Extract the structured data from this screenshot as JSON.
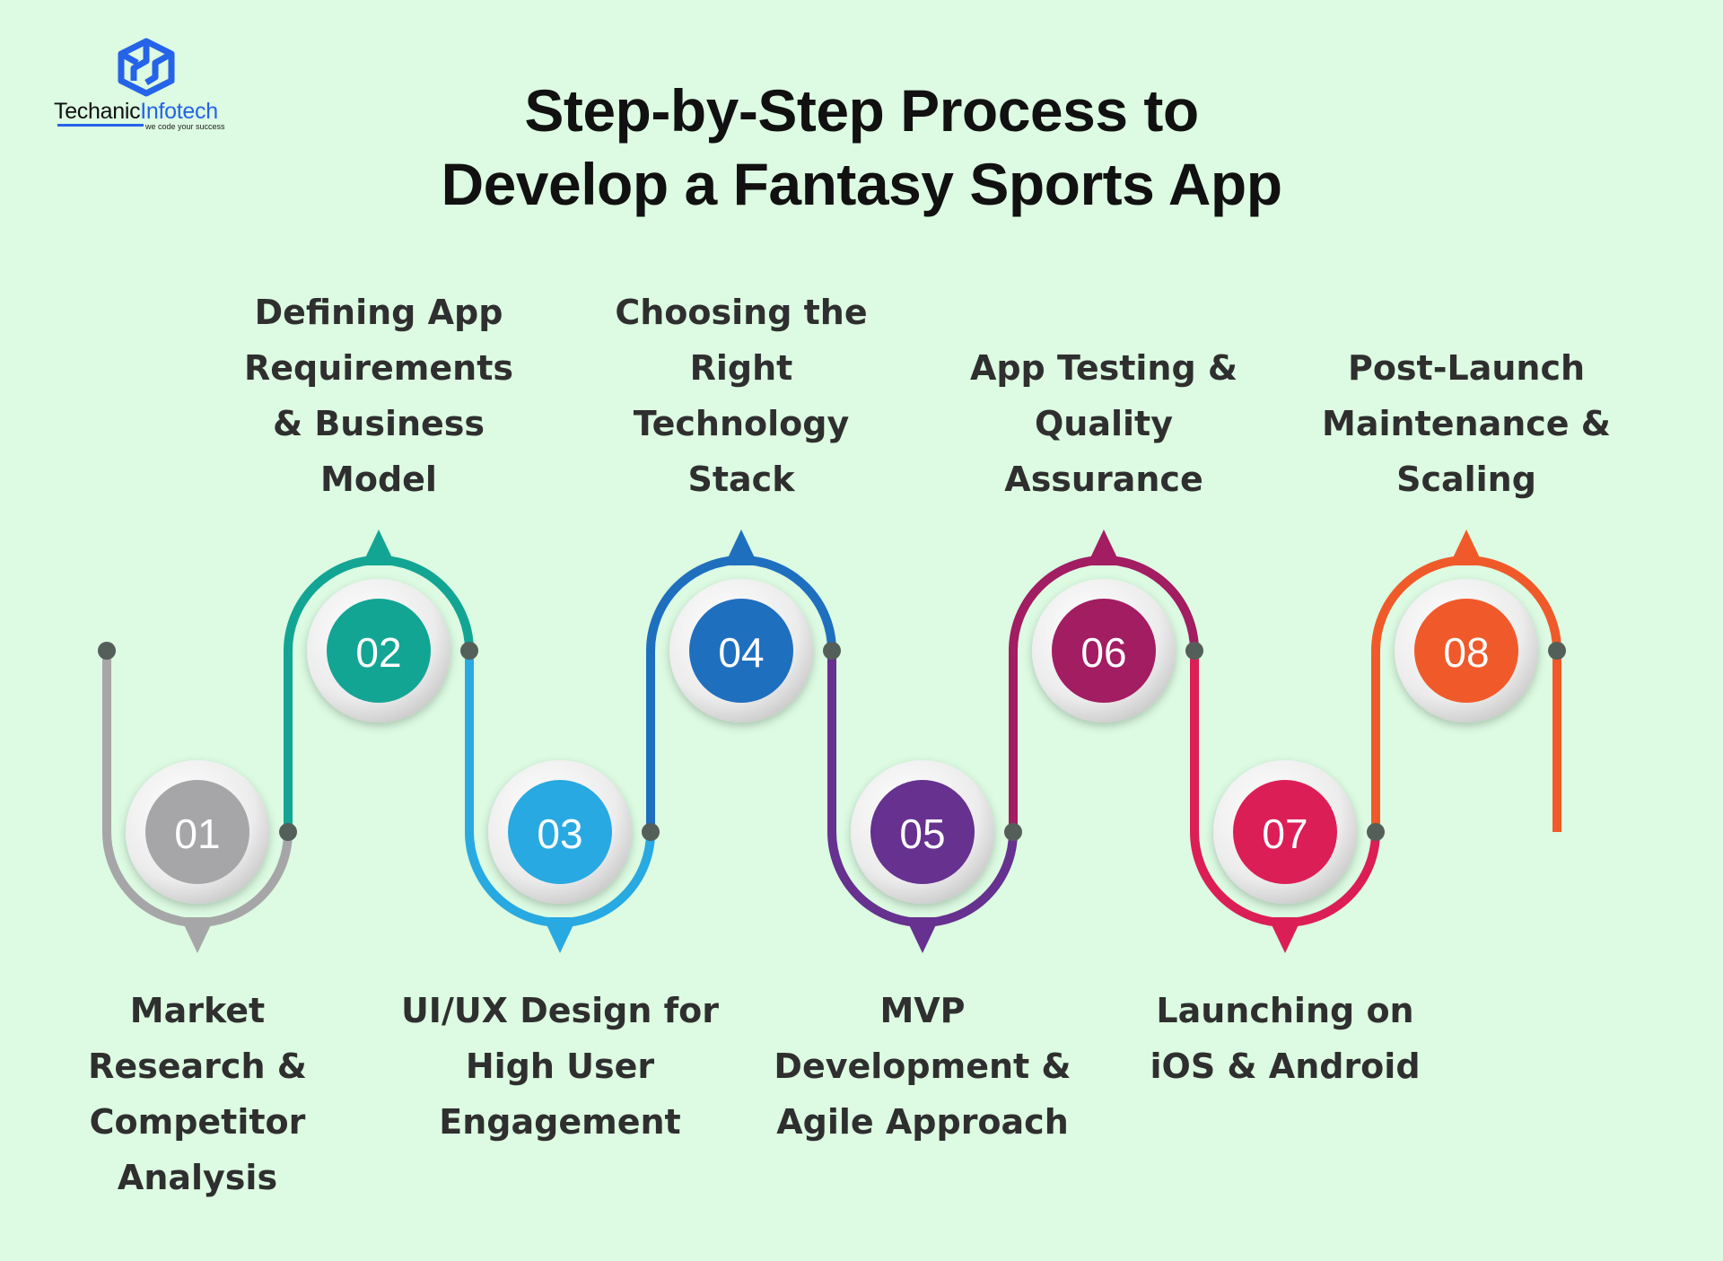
{
  "brand": {
    "name_dark": "Techanic",
    "name_accent": "Infotech",
    "tagline": "we code your success",
    "accent_color": "#2563e8"
  },
  "title": {
    "line1": "Step-by-Step Process to",
    "line2": "Develop a Fantasy Sports App"
  },
  "background_color": "#dcfbe2",
  "steps": [
    {
      "number": "01",
      "color": "#a6a6a8",
      "label": [
        "Market",
        "Research &",
        "Competitor",
        "Analysis"
      ]
    },
    {
      "number": "02",
      "color": "#13a594",
      "label": [
        "Defining App",
        "Requirements",
        "& Business",
        "Model"
      ]
    },
    {
      "number": "03",
      "color": "#29a9e1",
      "label": [
        "UI/UX Design for",
        "High User",
        "Engagement"
      ]
    },
    {
      "number": "04",
      "color": "#1f6fbf",
      "label": [
        "Choosing the",
        "Right",
        "Technology",
        "Stack"
      ]
    },
    {
      "number": "05",
      "color": "#66318f",
      "label": [
        "MVP",
        "Development &",
        "Agile Approach"
      ]
    },
    {
      "number": "06",
      "color": "#a21d62",
      "label": [
        "App Testing &",
        "Quality",
        "Assurance"
      ]
    },
    {
      "number": "07",
      "color": "#dc1e57",
      "label": [
        "Launching on",
        "iOS & Android"
      ]
    },
    {
      "number": "08",
      "color": "#f05a2a",
      "label": [
        "Post-Launch",
        "Maintenance &",
        "Scaling"
      ]
    }
  ]
}
